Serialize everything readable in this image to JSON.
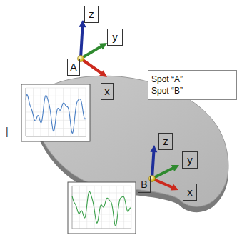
{
  "diagram": {
    "nodes": [
      {
        "text": [
          "z"
        ]
      },
      {
        "text": [
          "y"
        ]
      },
      {
        "text": [
          "A"
        ]
      },
      {
        "text": [
          "x"
        ]
      },
      {
        "text": [
          "Spot “A”",
          "Spot “B”"
        ]
      },
      {
        "text": [
          "z"
        ]
      },
      {
        "text": [
          "y"
        ]
      },
      {
        "text": [
          "B"
        ]
      },
      {
        "text": [
          "x"
        ]
      }
    ],
    "labels": [
      "|"
    ]
  }
}
